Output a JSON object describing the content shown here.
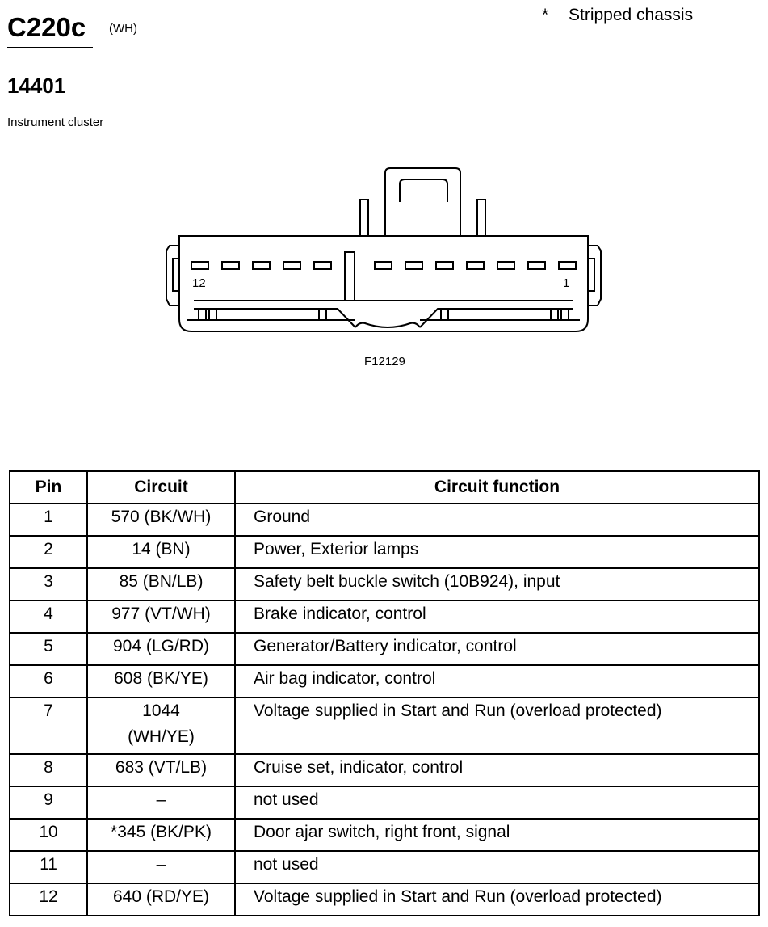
{
  "header": {
    "connector_id": "C220c",
    "connector_color": "(WH)",
    "note_symbol": "*",
    "note_text": "Stripped chassis",
    "part_number": "14401",
    "component_name": "Instrument cluster"
  },
  "diagram": {
    "left_pin_label": "12",
    "right_pin_label": "1",
    "figure_id": "F12129"
  },
  "table": {
    "headers": {
      "pin": "Pin",
      "circuit": "Circuit",
      "function": "Circuit function"
    },
    "rows": [
      {
        "pin": "1",
        "circuit": "570 (BK/WH)",
        "function": "Ground"
      },
      {
        "pin": "2",
        "circuit": "14 (BN)",
        "function": "Power, Exterior lamps"
      },
      {
        "pin": "3",
        "circuit": "85 (BN/LB)",
        "function": "Safety belt buckle switch (10B924), input"
      },
      {
        "pin": "4",
        "circuit": "977 (VT/WH)",
        "function": "Brake indicator, control"
      },
      {
        "pin": "5",
        "circuit": "904 (LG/RD)",
        "function": "Generator/Battery indicator, control"
      },
      {
        "pin": "6",
        "circuit": "608 (BK/YE)",
        "function": "Air bag indicator, control"
      },
      {
        "pin": "7",
        "circuit_line1": "1044",
        "circuit_line2": "(WH/YE)",
        "function": "Voltage supplied in Start and Run (overload protected)"
      },
      {
        "pin": "8",
        "circuit": "683 (VT/LB)",
        "function": "Cruise set, indicator, control"
      },
      {
        "pin": "9",
        "circuit": "–",
        "function": "not used"
      },
      {
        "pin": "10",
        "circuit": "*345 (BK/PK)",
        "function": "Door ajar switch, right front, signal"
      },
      {
        "pin": "11",
        "circuit": "–",
        "function": "not used"
      },
      {
        "pin": "12",
        "circuit": "640 (RD/YE)",
        "function": "Voltage supplied in Start and Run (overload protected)"
      }
    ]
  }
}
